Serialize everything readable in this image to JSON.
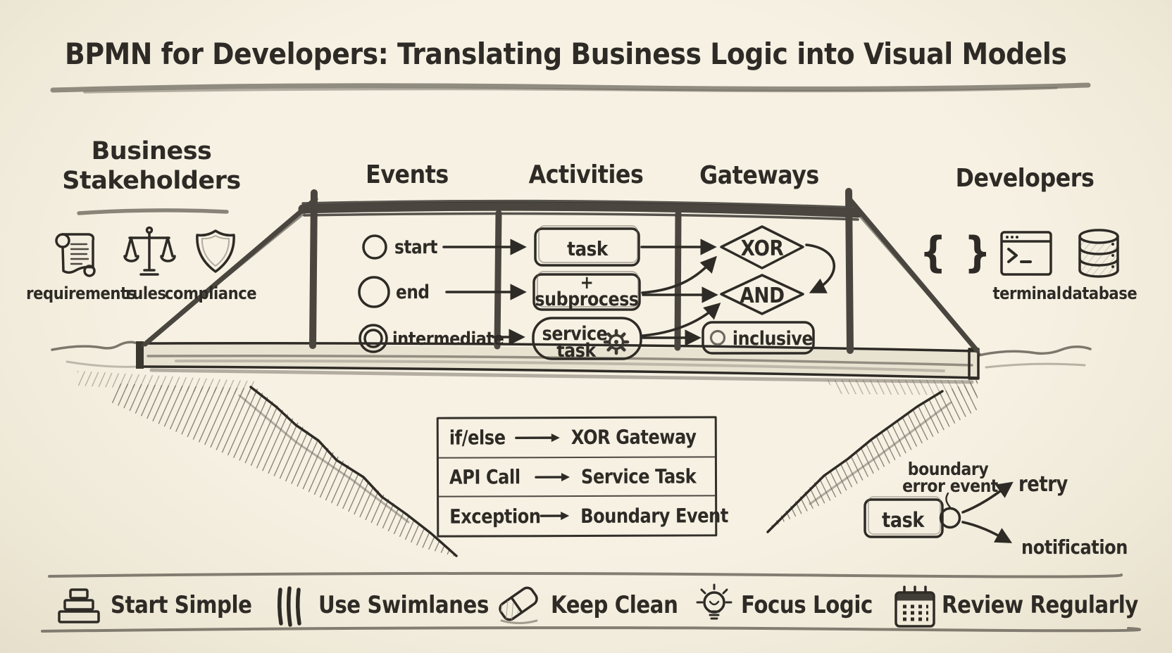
{
  "title": "BPMN for Developers: Translating Business Logic into Visual Models",
  "stakeholders": {
    "heading": "Business Stakeholders",
    "items": [
      {
        "icon": "scroll",
        "label": "requirements"
      },
      {
        "icon": "scale",
        "label": "rules"
      },
      {
        "icon": "shield",
        "label": "compliance"
      }
    ]
  },
  "events": {
    "heading": "Events",
    "items": [
      {
        "label": "start"
      },
      {
        "label": "end"
      },
      {
        "label": "intermediate"
      }
    ]
  },
  "activities": {
    "heading": "Activities",
    "task": "task",
    "subprocess_marker": "+",
    "subprocess": "subprocess",
    "service_line1": "service",
    "service_line2": "task"
  },
  "gateways": {
    "heading": "Gateways",
    "xor": "XOR",
    "and": "AND",
    "inclusive": "inclusive"
  },
  "developers": {
    "heading": "Developers",
    "braces_glyph": "{ }",
    "items": [
      {
        "icon": "code-braces"
      },
      {
        "icon": "terminal-window",
        "label": "terminal"
      },
      {
        "icon": "database",
        "label": "database"
      }
    ]
  },
  "mapping": {
    "rows": [
      {
        "from": "if/else",
        "to": "XOR Gateway"
      },
      {
        "from": "API Call",
        "to": "Service Task"
      },
      {
        "from": "Exception",
        "to": "Boundary Event"
      }
    ]
  },
  "boundary_example": {
    "annotation_line1": "boundary",
    "annotation_line2": "error event",
    "task": "task",
    "outcome_top": "retry",
    "outcome_bottom": "notification"
  },
  "tips": [
    {
      "icon": "stacked-blocks",
      "label": "Start Simple"
    },
    {
      "icon": "swimlanes",
      "label": "Use Swimlanes"
    },
    {
      "icon": "eraser",
      "label": "Keep Clean"
    },
    {
      "icon": "lightbulb",
      "label": "Focus Logic"
    },
    {
      "icon": "calendar",
      "label": "Review Regularly"
    }
  ],
  "colors": {
    "background": "#f4efe1",
    "ink": "#2e2b26",
    "pencil_gray": "#8a8478",
    "hatch_fill": "#cbc5b6"
  }
}
